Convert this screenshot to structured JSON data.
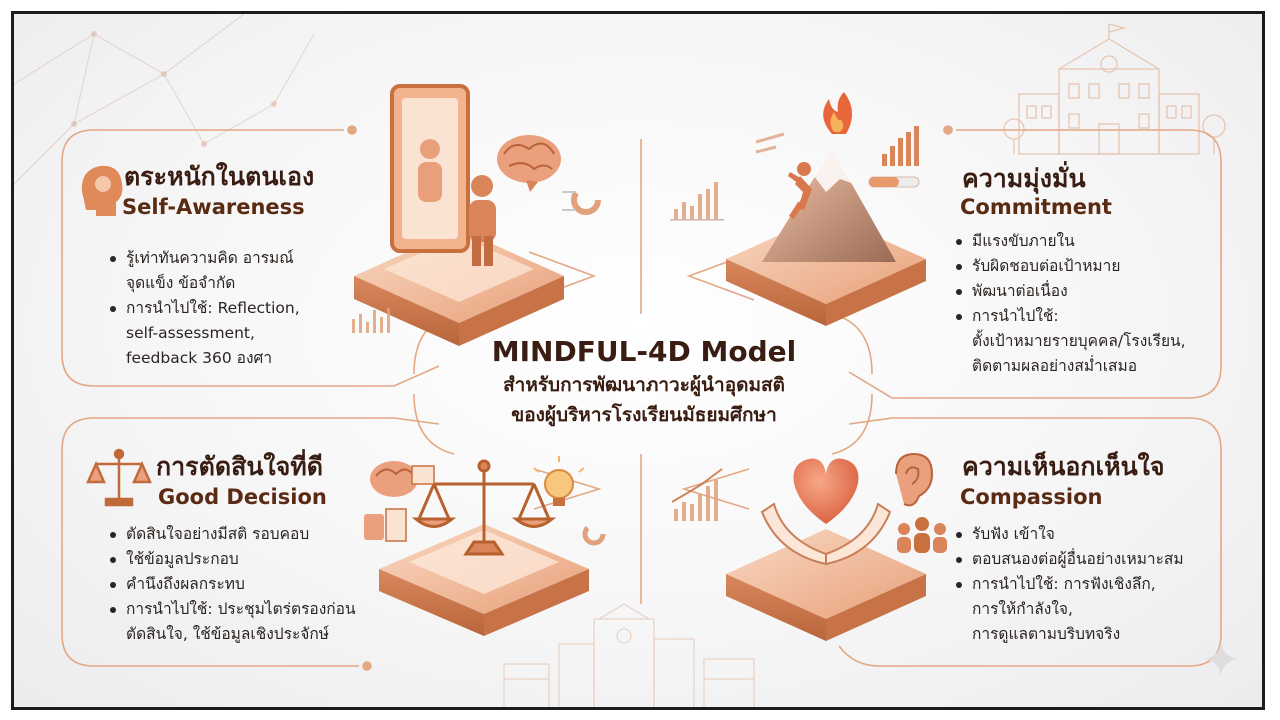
{
  "center": {
    "title": "MINDFUL-4D Model",
    "line1": "สำหรับการพัฒนาภาวะผู้นำอุดมสติ",
    "line2": "ของผู้บริหารโรงเรียนมัธยมศึกษา"
  },
  "cards": [
    {
      "id": "self-awareness",
      "title": "ตระหนักในตนเอง",
      "subtitle": "Self-Awareness",
      "icon": "head-brain-icon",
      "bullets": [
        "รู้เท่าทันความคิด อารมณ์",
        "จุดแข็ง ข้อจำกัด",
        "การนำไปใช้: Reflection,",
        "self-assessment,",
        "feedback 360 องศา"
      ]
    },
    {
      "id": "commitment",
      "title": "ความมุ่งมั่น",
      "subtitle": "Commitment",
      "icon": "mountain-climber-icon",
      "bullets": [
        "มีแรงขับภายใน",
        "รับผิดชอบต่อเป้าหมาย",
        "พัฒนาต่อเนื่อง",
        "การนำไปใช้:",
        "ตั้งเป้าหมายรายบุคคล/โรงเรียน,",
        "ติดตามผลอย่างสม่ำเสมอ"
      ]
    },
    {
      "id": "good-decision",
      "title": "การตัดสินใจที่ดี",
      "subtitle": "Good Decision",
      "icon": "scales-icon",
      "bullets": [
        "ตัดสินใจอย่างมีสติ รอบคอบ",
        "ใช้ข้อมูลประกอบ",
        "คำนึงถึงผลกระทบ",
        "การนำไปใช้: ประชุมไตร่ตรองก่อน",
        "ตัดสินใจ, ใช้ข้อมูลเชิงประจักษ์"
      ]
    },
    {
      "id": "compassion",
      "title": "ความเห็นอกเห็นใจ",
      "subtitle": "Compassion",
      "icon": "heart-hands-icon",
      "bullets": [
        "รับฟัง เข้าใจ",
        "ตอบสนองต่อผู้อื่นอย่างเหมาะสม",
        "การนำไปใช้: การฟังเชิงลึก,",
        "การให้กำลังใจ,",
        "การดูแลตามบริบทจริง"
      ]
    }
  ],
  "colors": {
    "accent": "#e89a6c",
    "accent_dark": "#c2693c",
    "line": "#d98a5e",
    "text": "#3a1d12"
  }
}
